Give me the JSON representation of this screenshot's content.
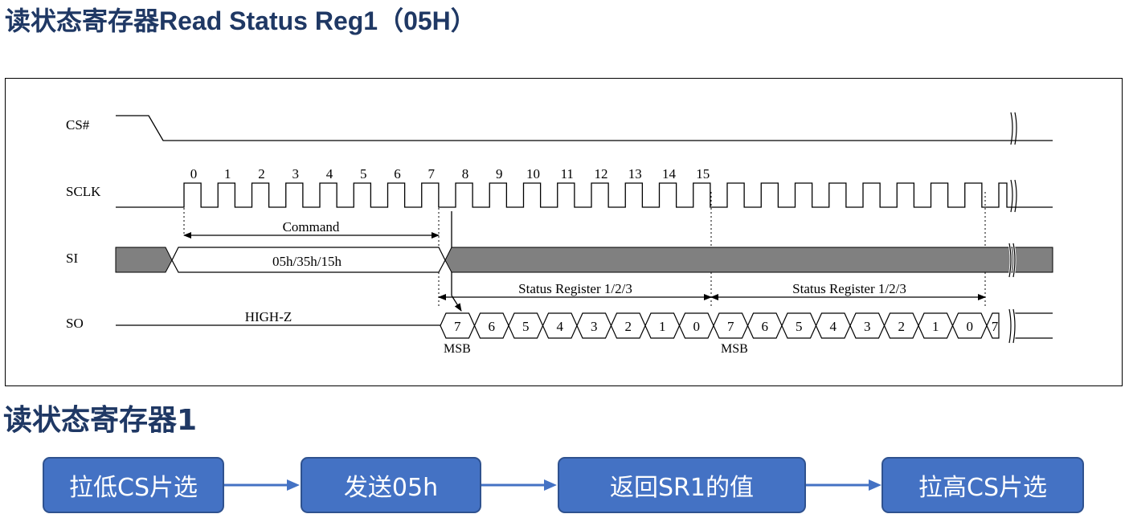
{
  "page": {
    "title": "读状态寄存器Read Status Reg1（05H）",
    "section_title": "读状态寄存器1"
  },
  "timing": {
    "signals": [
      "CS#",
      "SCLK",
      "SI",
      "SO"
    ],
    "clock_numbers": [
      "0",
      "1",
      "2",
      "3",
      "4",
      "5",
      "6",
      "7",
      "8",
      "9",
      "10",
      "11",
      "12",
      "13",
      "14",
      "15"
    ],
    "command_label": "Command",
    "si_value": "05h/35h/15h",
    "status_label_1": "Status Register 1/2/3",
    "status_label_2": "Status Register 1/2/3",
    "highz_label": "HIGH-Z",
    "so_bits": [
      "7",
      "6",
      "5",
      "4",
      "3",
      "2",
      "1",
      "0",
      "7",
      "6",
      "5",
      "4",
      "3",
      "2",
      "1",
      "0",
      "7"
    ],
    "msb_label_1": "MSB",
    "msb_label_2": "MSB",
    "colors": {
      "shaded": "#808080",
      "line": "#000000"
    }
  },
  "flow": {
    "steps": [
      "拉低CS片选",
      "发送05h",
      "返回SR1的值",
      "拉高CS片选"
    ],
    "colors": {
      "box": "#4472c4",
      "border": "#2f528f",
      "arrow": "#4472c4"
    }
  }
}
